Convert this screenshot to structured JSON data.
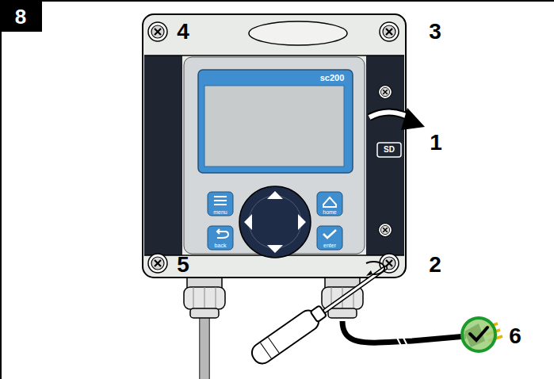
{
  "diagram": {
    "labels": [
      "8",
      "4",
      "3",
      "sc200",
      "1",
      "SD",
      "menu",
      "home",
      "back",
      "enter",
      "5",
      "2",
      "6"
    ]
  }
}
